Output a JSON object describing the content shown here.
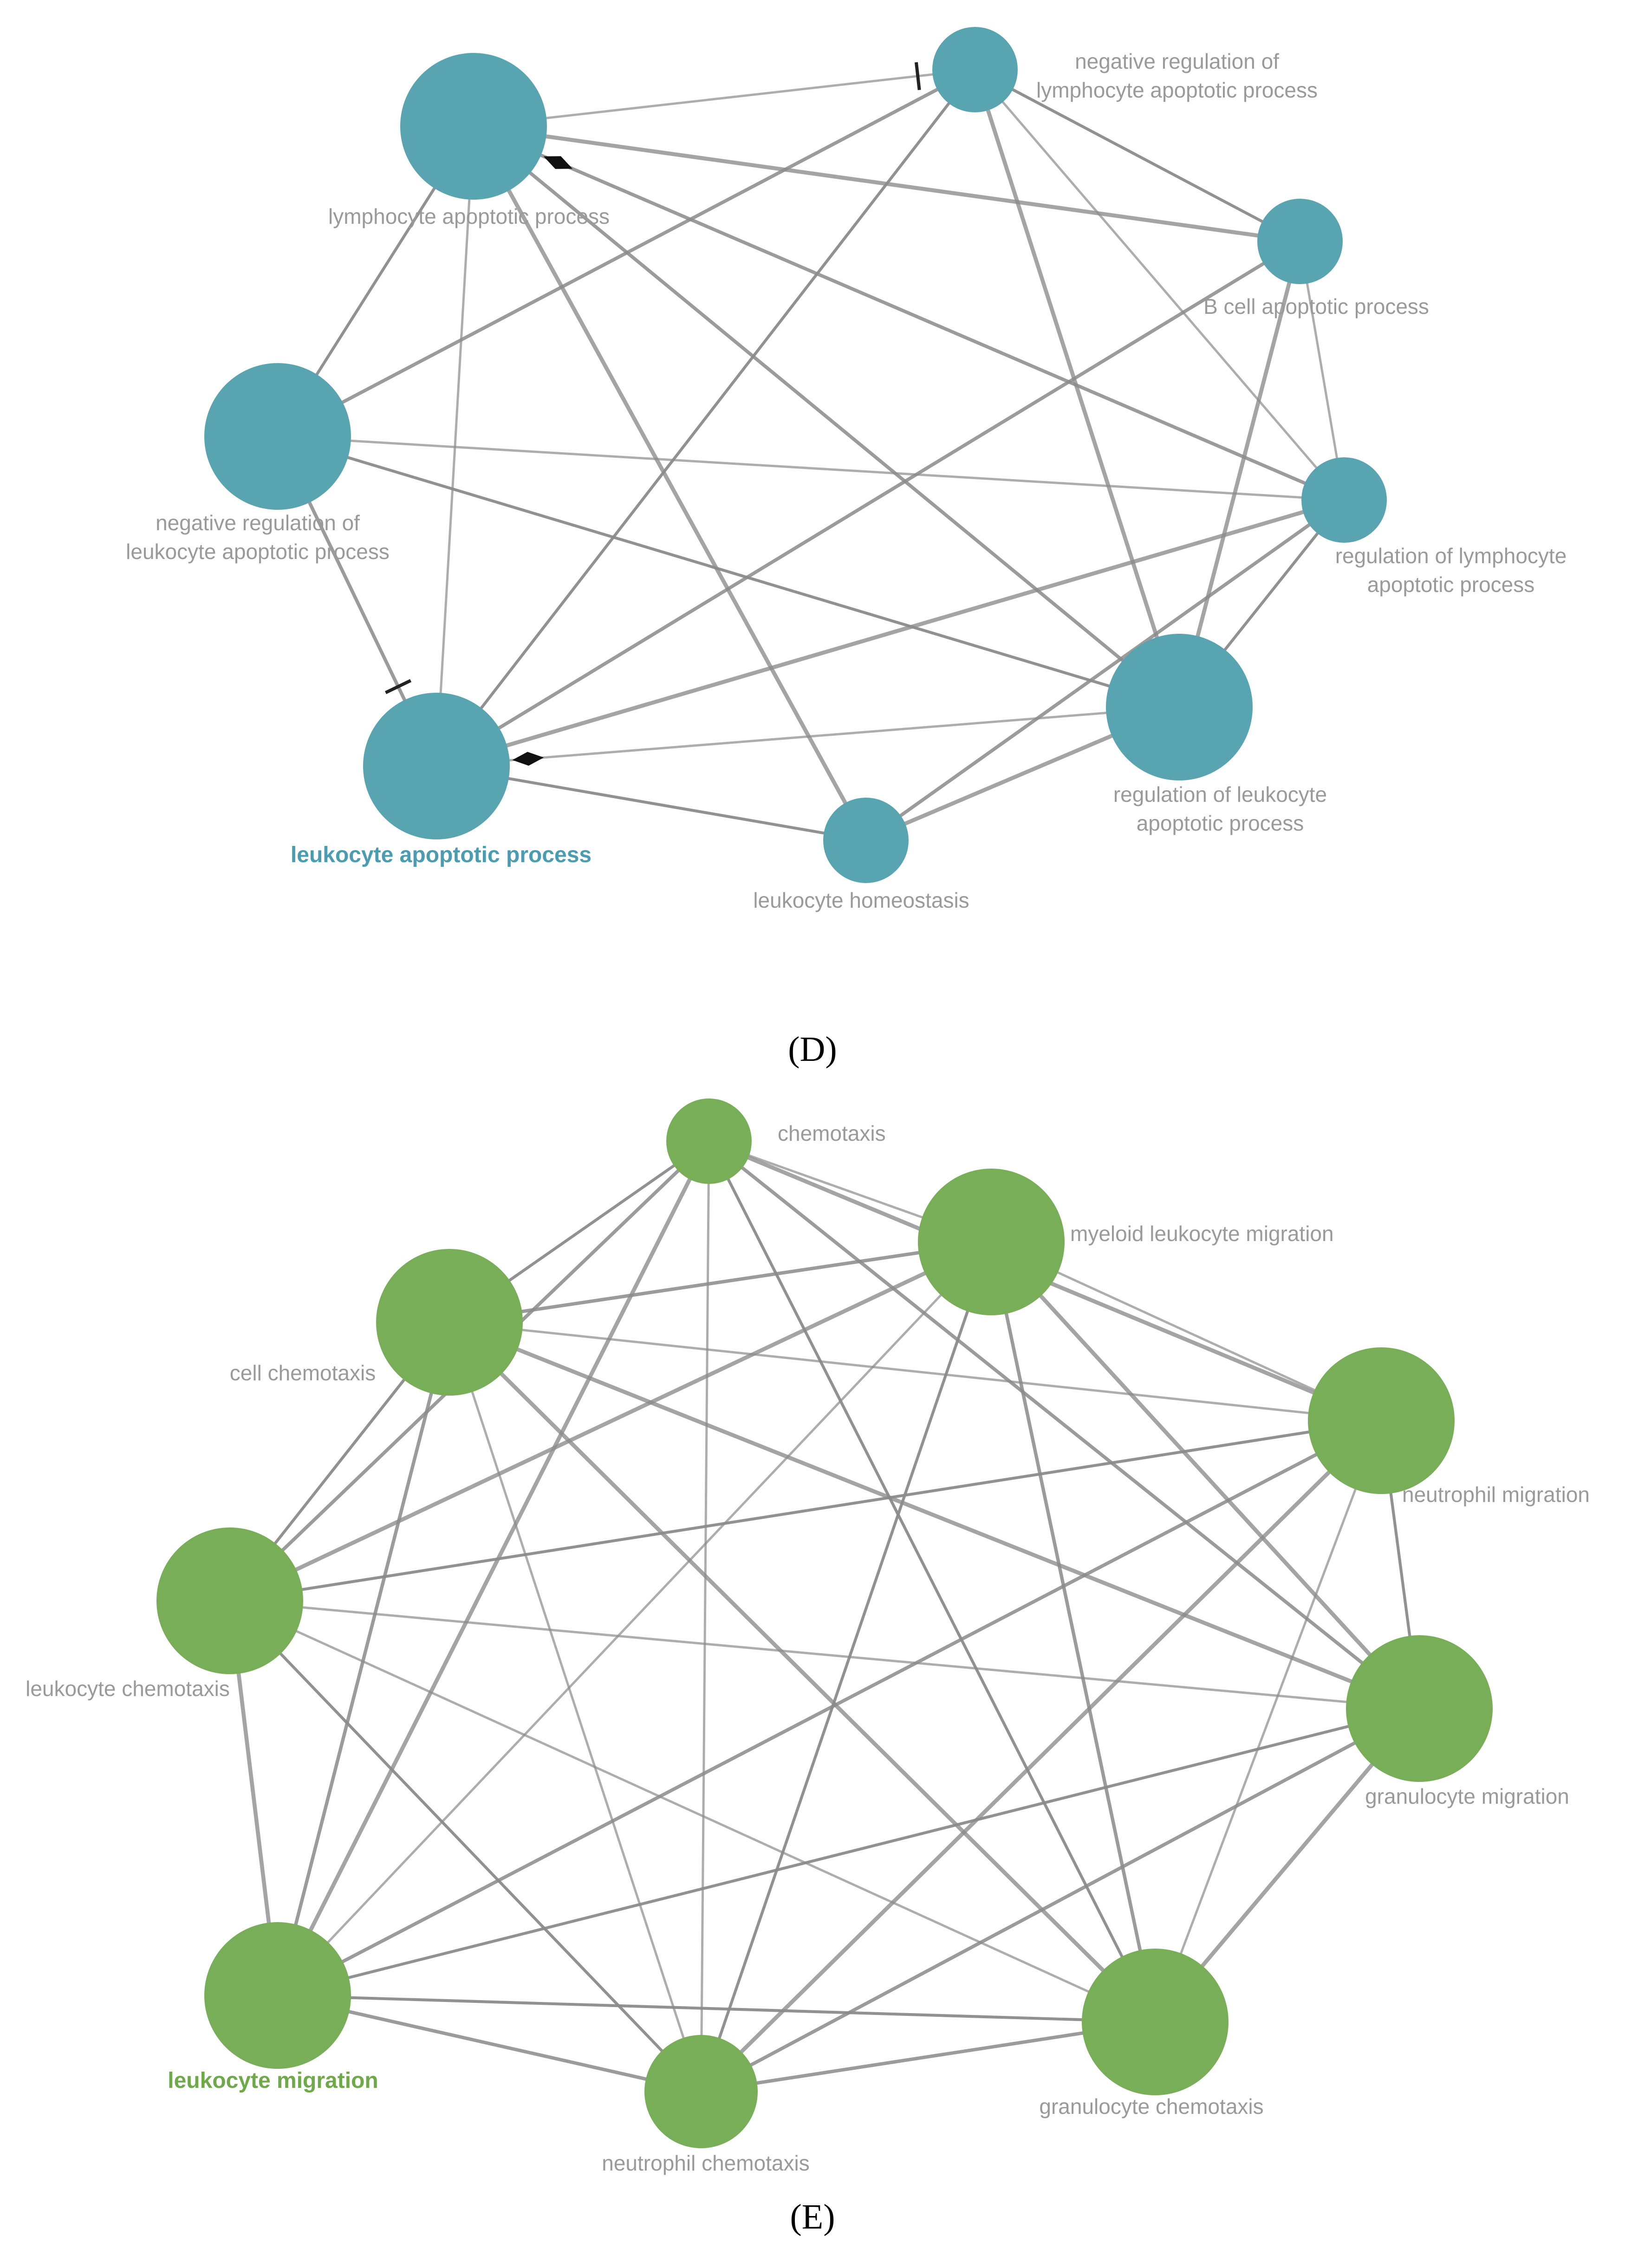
{
  "panels": [
    {
      "id": "D",
      "caption": "(D)",
      "node_color": "#58a4b1",
      "hub_label_color": "#4a9db0",
      "edge_color": "#8a8a8a",
      "nodes": [
        {
          "id": "lap",
          "label": [
            "lymphocyte apoptotic process"
          ],
          "size": "large"
        },
        {
          "id": "nrlap",
          "label": [
            "negative regulation of",
            "lymphocyte apoptotic process"
          ],
          "size": "small"
        },
        {
          "id": "bcap",
          "label": [
            "B cell apoptotic process"
          ],
          "size": "small"
        },
        {
          "id": "rlap",
          "label": [
            "regulation of lymphocyte",
            "apoptotic process"
          ],
          "size": "small"
        },
        {
          "id": "rleap",
          "label": [
            "regulation of leukocyte",
            "apoptotic process"
          ],
          "size": "large"
        },
        {
          "id": "lh",
          "label": [
            "leukocyte homeostasis"
          ],
          "size": "small"
        },
        {
          "id": "leap",
          "label": [
            "leukocyte apoptotic process"
          ],
          "size": "large",
          "hub": true
        },
        {
          "id": "nrleap",
          "label": [
            "negative regulation of",
            "leukocyte apoptotic process"
          ],
          "size": "large"
        }
      ],
      "edges": [
        {
          "from": "lap",
          "to": "nrlap",
          "end": "bar"
        },
        {
          "from": "bcap",
          "to": "lap"
        },
        {
          "from": "rlap",
          "to": "lap",
          "end": "diamond"
        },
        {
          "from": "lap",
          "to": "nrleap"
        },
        {
          "from": "lap",
          "to": "leap"
        },
        {
          "from": "lap",
          "to": "lh"
        },
        {
          "from": "lap",
          "to": "rleap"
        },
        {
          "from": "nrlap",
          "to": "bcap"
        },
        {
          "from": "nrlap",
          "to": "rlap"
        },
        {
          "from": "nrlap",
          "to": "rleap"
        },
        {
          "from": "nrlap",
          "to": "nrleap"
        },
        {
          "from": "nrlap",
          "to": "leap"
        },
        {
          "from": "bcap",
          "to": "rlap"
        },
        {
          "from": "bcap",
          "to": "rleap"
        },
        {
          "from": "bcap",
          "to": "leap"
        },
        {
          "from": "rlap",
          "to": "rleap"
        },
        {
          "from": "rlap",
          "to": "nrleap"
        },
        {
          "from": "rlap",
          "to": "leap"
        },
        {
          "from": "rlap",
          "to": "lh"
        },
        {
          "from": "nrleap",
          "to": "rleap"
        },
        {
          "from": "rleap",
          "to": "leap",
          "end": "diamond"
        },
        {
          "from": "rleap",
          "to": "lh"
        },
        {
          "from": "nrleap",
          "to": "leap",
          "end": "bar"
        },
        {
          "from": "leap",
          "to": "lh"
        }
      ]
    },
    {
      "id": "E",
      "caption": "(E)",
      "node_color": "#78ae58",
      "hub_label_color": "#6fa94a",
      "edge_color": "#8a8a8a",
      "nodes": [
        {
          "id": "chem",
          "label": [
            "chemotaxis"
          ],
          "size": "small"
        },
        {
          "id": "mlm",
          "label": [
            "myeloid leukocyte migration"
          ],
          "size": "large"
        },
        {
          "id": "nm",
          "label": [
            "neutrophil migration"
          ],
          "size": "large"
        },
        {
          "id": "gm",
          "label": [
            "granulocyte migration"
          ],
          "size": "large"
        },
        {
          "id": "gc",
          "label": [
            "granulocyte chemotaxis"
          ],
          "size": "large"
        },
        {
          "id": "nc",
          "label": [
            "neutrophil chemotaxis"
          ],
          "size": "medium"
        },
        {
          "id": "lm",
          "label": [
            "leukocyte migration"
          ],
          "size": "large",
          "hub": true
        },
        {
          "id": "lc",
          "label": [
            "leukocyte chemotaxis"
          ],
          "size": "large"
        },
        {
          "id": "cc",
          "label": [
            "cell chemotaxis"
          ],
          "size": "large"
        }
      ],
      "edges": [
        {
          "from": "chem",
          "to": "mlm"
        },
        {
          "from": "chem",
          "to": "nm"
        },
        {
          "from": "chem",
          "to": "gm"
        },
        {
          "from": "chem",
          "to": "gc"
        },
        {
          "from": "chem",
          "to": "nc"
        },
        {
          "from": "chem",
          "to": "lm"
        },
        {
          "from": "chem",
          "to": "lc"
        },
        {
          "from": "chem",
          "to": "cc"
        },
        {
          "from": "mlm",
          "to": "nm"
        },
        {
          "from": "mlm",
          "to": "gm"
        },
        {
          "from": "mlm",
          "to": "gc"
        },
        {
          "from": "mlm",
          "to": "nc"
        },
        {
          "from": "mlm",
          "to": "lm"
        },
        {
          "from": "mlm",
          "to": "lc"
        },
        {
          "from": "mlm",
          "to": "cc"
        },
        {
          "from": "nm",
          "to": "gm"
        },
        {
          "from": "nm",
          "to": "gc"
        },
        {
          "from": "nm",
          "to": "nc"
        },
        {
          "from": "nm",
          "to": "lm"
        },
        {
          "from": "nm",
          "to": "lc"
        },
        {
          "from": "nm",
          "to": "cc"
        },
        {
          "from": "gm",
          "to": "gc"
        },
        {
          "from": "gm",
          "to": "nc"
        },
        {
          "from": "gm",
          "to": "lm"
        },
        {
          "from": "gm",
          "to": "lc"
        },
        {
          "from": "gm",
          "to": "cc"
        },
        {
          "from": "gc",
          "to": "nc"
        },
        {
          "from": "gc",
          "to": "lm"
        },
        {
          "from": "gc",
          "to": "lc"
        },
        {
          "from": "gc",
          "to": "cc"
        },
        {
          "from": "nc",
          "to": "lm"
        },
        {
          "from": "nc",
          "to": "lc"
        },
        {
          "from": "nc",
          "to": "cc"
        },
        {
          "from": "lm",
          "to": "lc"
        },
        {
          "from": "lm",
          "to": "cc"
        },
        {
          "from": "lc",
          "to": "cc"
        }
      ]
    }
  ]
}
